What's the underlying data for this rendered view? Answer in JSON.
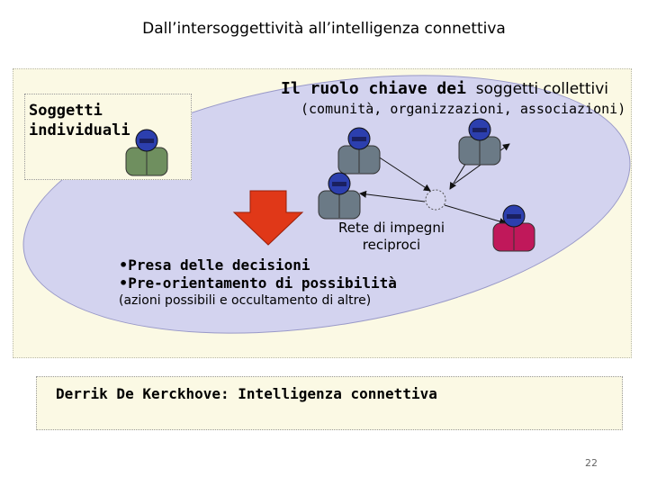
{
  "slide": {
    "title": "Dall’intersoggettività all’intelligenza connettiva",
    "individuals_label": "Soggetti individuali",
    "heading": "Il ruolo chiave dei",
    "heading_tail": "soggetti collettivi",
    "subheading": "(comunità, organizzazioni, associazioni)",
    "network_label": "Rete di impegni reciproci",
    "bullets": [
      "Presa delle decisioni",
      "Pre-orientamento di possibilità"
    ],
    "bullet_glyph": "•",
    "note": "(azioni possibili e occultamento di altre)",
    "footer": "Derrik De Kerckhove: Intelligenza connettiva",
    "page_number": "22"
  },
  "colors": {
    "ellipse_fill": "#d3d3ef",
    "panel_fill": "#fbf9e4",
    "arrow_fill": "#e03818",
    "person_green": "#6f8f5f",
    "person_gray": "#6b7a86",
    "person_red": "#c0185a",
    "person_head": "#2c3fae"
  },
  "icons": [
    "person-icon",
    "down-arrow-icon",
    "network-node-icon"
  ]
}
